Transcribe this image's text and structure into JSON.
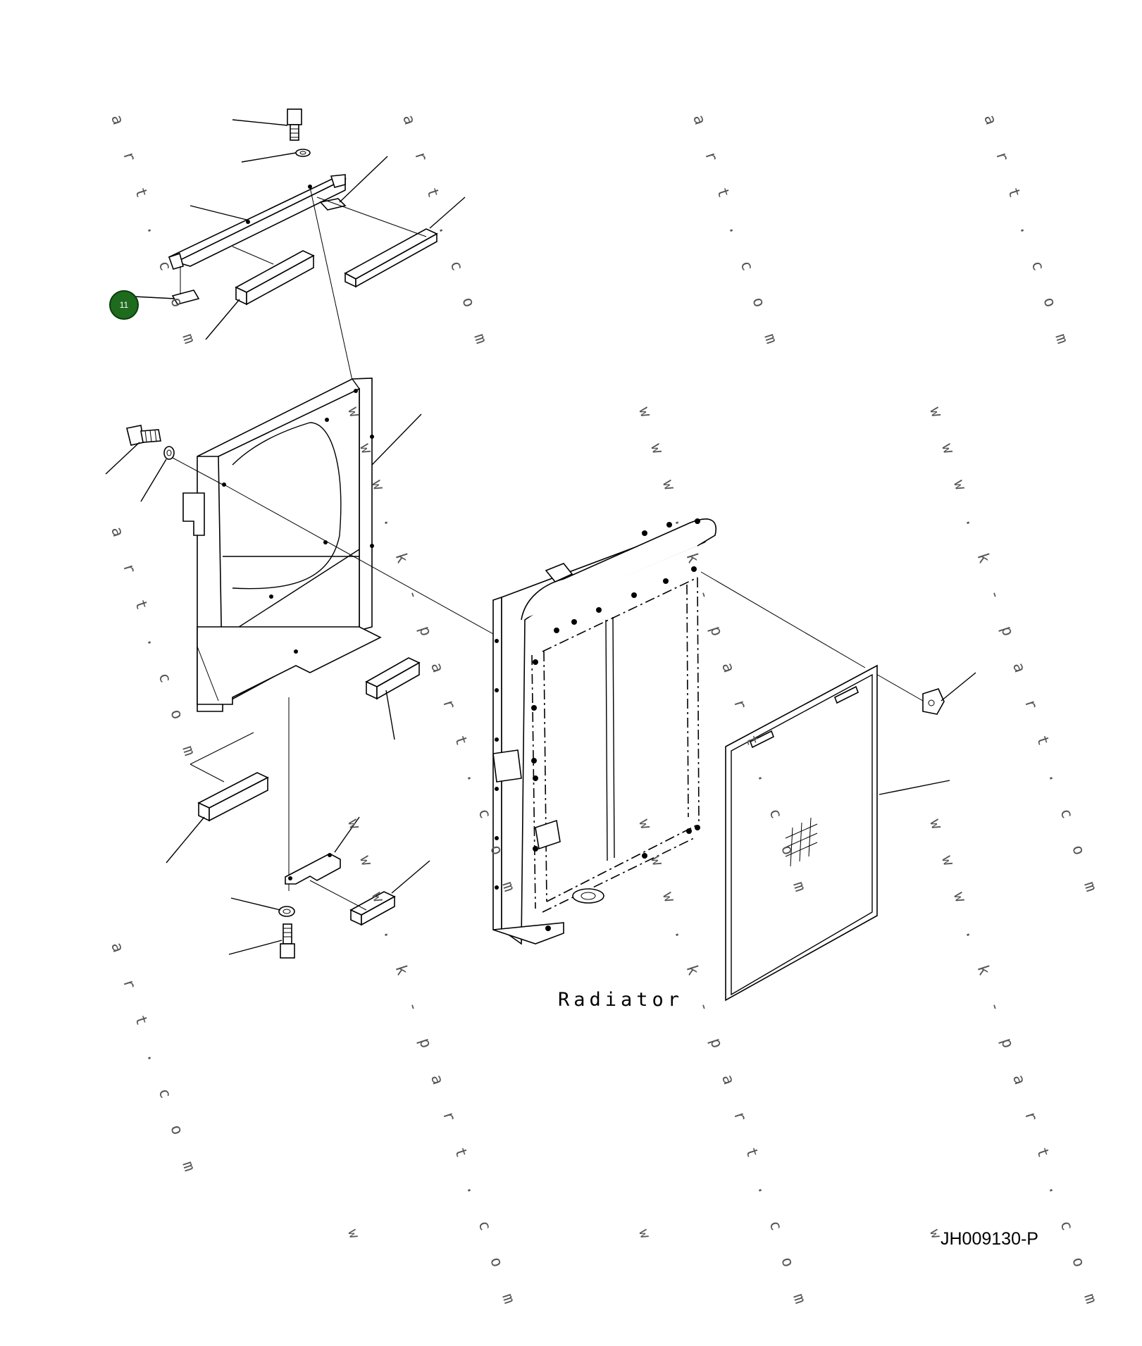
{
  "diagram": {
    "caption": "Radiator",
    "drawing_code": "JH009130-P",
    "callouts": [
      {
        "label": "11",
        "color": "#1e6b1e"
      }
    ],
    "watermarks": {
      "short": "a r t . c o m",
      "long": "w w w . k - p a r t . c o m",
      "stub": "w"
    }
  }
}
